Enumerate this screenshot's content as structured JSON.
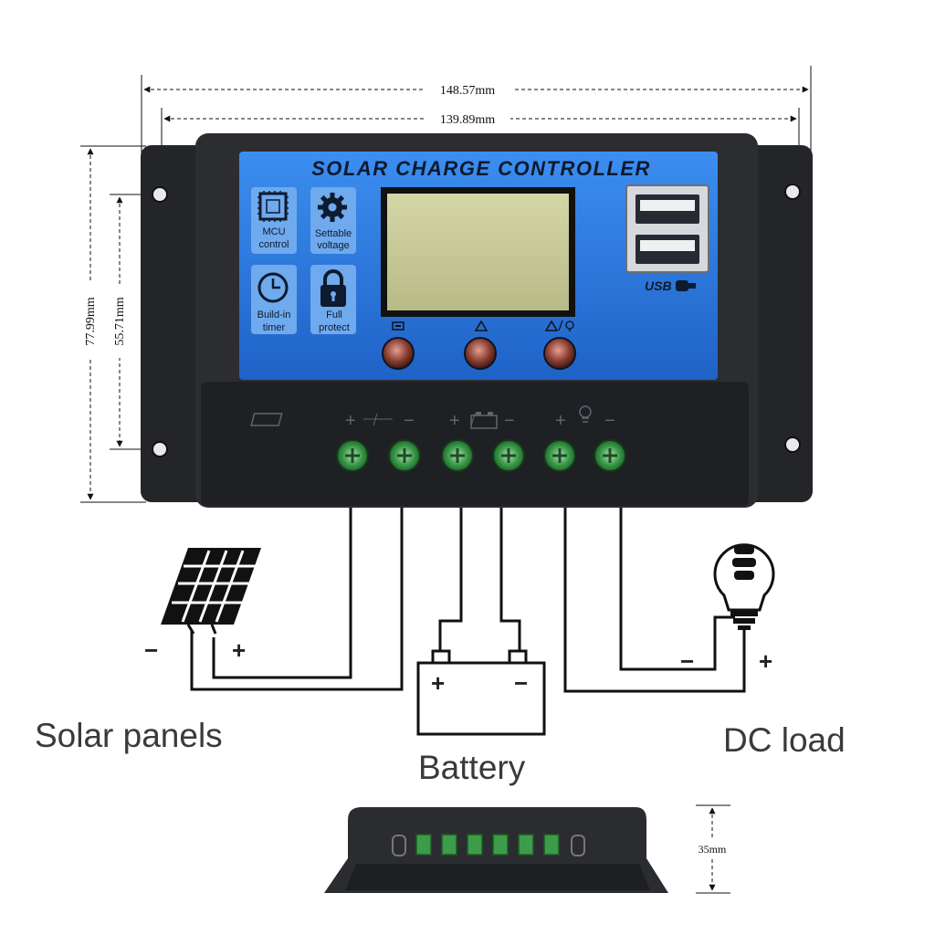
{
  "dimensions": {
    "overall_width": "148.57mm",
    "hole_spacing_width": "139.89mm",
    "overall_height": "77.99mm",
    "hole_spacing_height": "55.71mm",
    "depth": "35mm"
  },
  "controller": {
    "title": "SOLAR CHARGE CONTROLLER",
    "usb_label": "USB",
    "features": [
      {
        "icon": "mcu-chip-icon",
        "line1": "MCU",
        "line2": "control"
      },
      {
        "icon": "gear-icon",
        "line1": "Settable",
        "line2": "voltage"
      },
      {
        "icon": "clock-icon",
        "line1": "Build-in",
        "line2": "timer"
      },
      {
        "icon": "lock-icon",
        "line1": "Full",
        "line2": "protect"
      }
    ],
    "terminal_signs": {
      "plus": "+",
      "minus": "−"
    },
    "colors": {
      "housing": "#2a2b2f",
      "panel": "#2f7fe0",
      "lcd": "#c9cb9a",
      "terminal": "#3c9c4a"
    }
  },
  "components": {
    "solar": {
      "label": "Solar panels",
      "minus": "−",
      "plus": "+"
    },
    "battery": {
      "label": "Battery",
      "plus": "+",
      "minus": "−"
    },
    "load": {
      "label": "DC load",
      "minus": "−",
      "plus": "+"
    }
  }
}
